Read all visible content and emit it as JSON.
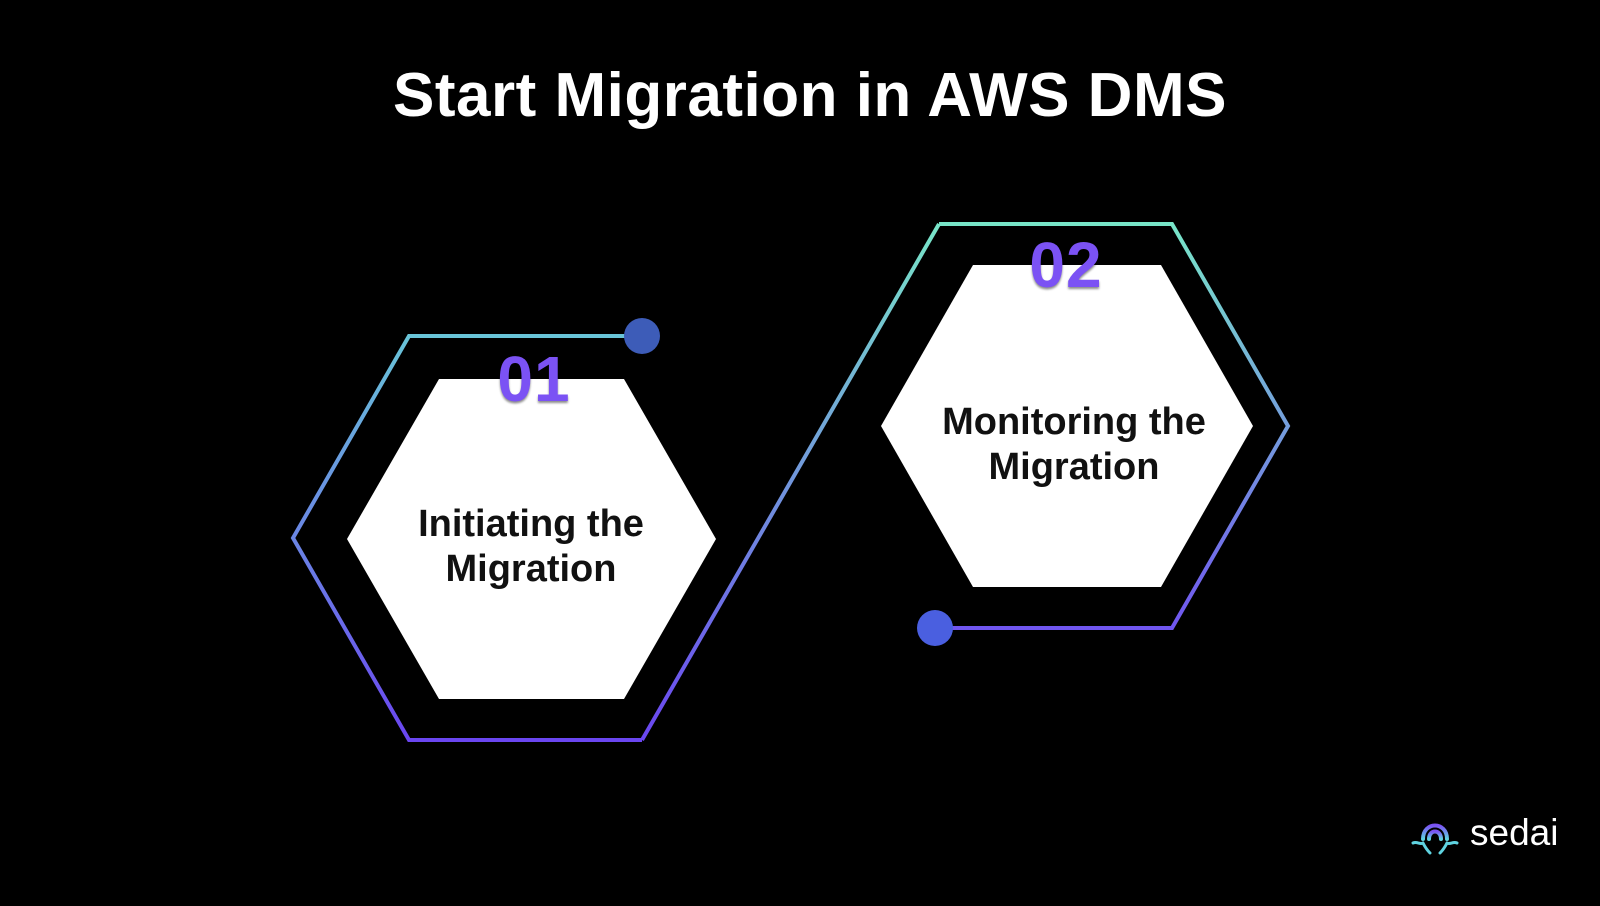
{
  "title": "Start Migration in AWS DMS",
  "steps": [
    {
      "number": "01",
      "label": "Initiating the\nMigration"
    },
    {
      "number": "02",
      "label": "Monitoring the\nMigration"
    }
  ],
  "brand": {
    "name": "sedai",
    "logo_icon": "sedai-logo-icon"
  },
  "colors": {
    "background": "#000000",
    "outline_gradient_start": "#6ee0c7",
    "outline_gradient_end": "#6a4cf0",
    "number": "#7b52f4",
    "connector_dot_1": "#3d5cb8",
    "connector_dot_2": "#4a5fe0",
    "hexagon_fill": "#ffffff"
  }
}
